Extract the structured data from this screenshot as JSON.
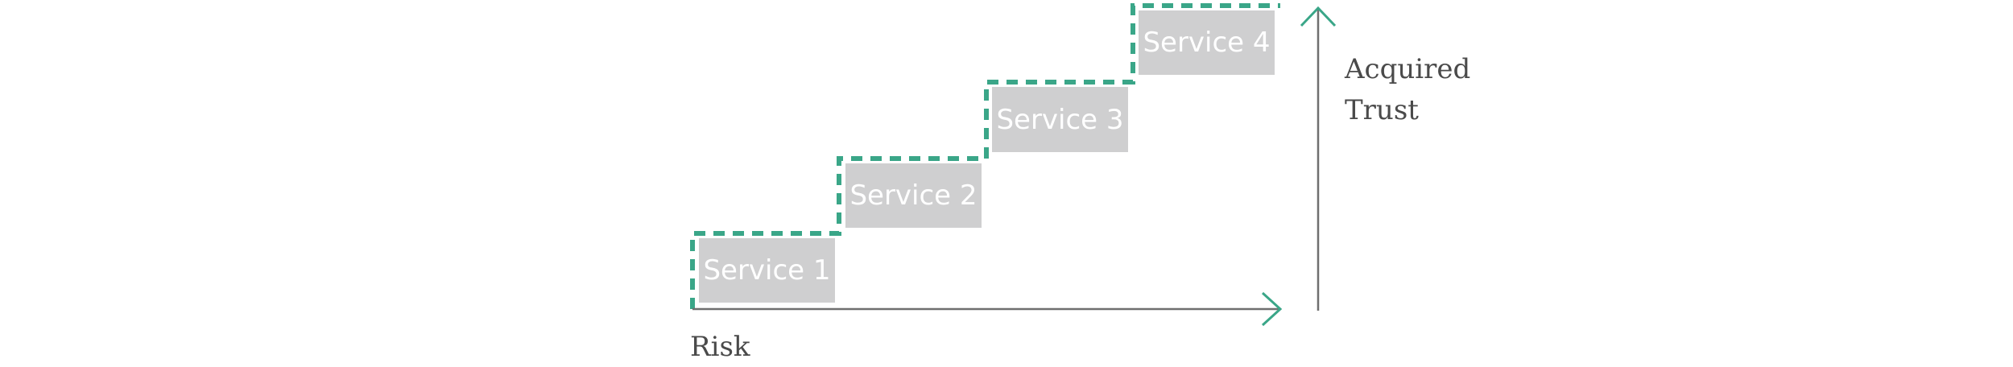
{
  "diagram": {
    "steps": [
      {
        "label": "Service 1"
      },
      {
        "label": "Service 2"
      },
      {
        "label": "Service 3"
      },
      {
        "label": "Service 4"
      }
    ],
    "x_axis_label": "Risk",
    "y_axis_label_line1": "Acquired",
    "y_axis_label_line2": "Trust"
  },
  "colors": {
    "accent": "#3aa688",
    "box_fill": "#cfcfd0",
    "axis_line": "#6f6f6f",
    "label_text": "#4a4a4a",
    "box_text": "#ffffff"
  }
}
